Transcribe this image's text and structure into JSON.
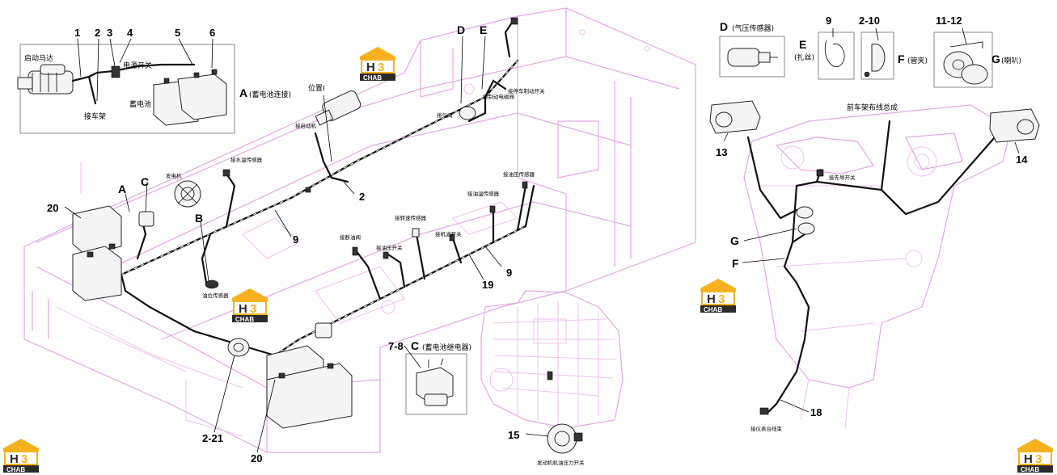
{
  "colors": {
    "frame": "#e4a7e4",
    "wire": "#111111",
    "logo_orange": "#f5b21e",
    "logo_dark": "#2b2b2b"
  },
  "logo": {
    "text_h": "H",
    "text_b": "3",
    "text_sub": "CHAB"
  },
  "callouts": {
    "n1": "1",
    "n2a": "2",
    "n3": "3",
    "n4": "4",
    "n5": "5",
    "n6": "6",
    "nA_top": "A",
    "nD": "D",
    "nE": "E",
    "n2b": "2",
    "n9a": "9",
    "n9b": "9",
    "n19": "19",
    "n20a": "20",
    "n20b": "20",
    "nA_left": "A",
    "nC": "C",
    "nB": "B",
    "n2_21": "2-21",
    "n7_8": "7-8",
    "nC_box": "C",
    "n15": "15",
    "nD_r": "D",
    "nE_r": "E",
    "n9_r": "9",
    "n2_10": "2-10",
    "nF_r": "F",
    "n11_12": "11-12",
    "nG_r": "G",
    "n13": "13",
    "n14": "14",
    "nG_b": "G",
    "nF_b": "F",
    "n18": "18"
  },
  "labels": {
    "starter": "启动马达",
    "ground": "接车架",
    "power_switch": "电源开关",
    "battery": "蓄电池",
    "A_desc": "(蓄电池连接)",
    "position1": "位置I",
    "starter_small": "接启动机",
    "generator": "发电机",
    "water_temp": "接水温传感器",
    "fuel_level": "油位传感器",
    "oil_drain": "排气阀",
    "brake_valve": "接制动电磁阀",
    "parking_brake": "接停车制动开关",
    "fuel_press": "接油压传感器",
    "oil_temp": "接油温传感器",
    "speed_sensor": "接转速传感器",
    "filter": "接机滤开关",
    "cutoff": "接断油阀",
    "oil_press_sw": "接油压开关",
    "C_desc": "(蓄电池继电器)",
    "engine_oil": "发动机机油压力开关",
    "D_desc": "(气压传感器)",
    "E_desc": "(扎丝)",
    "F_desc": "(管夹)",
    "G_desc": "(喇叭)",
    "front_frame": "前车架布线总成",
    "guide_switch": "接先导开关",
    "dash": "接仪表台线束"
  }
}
